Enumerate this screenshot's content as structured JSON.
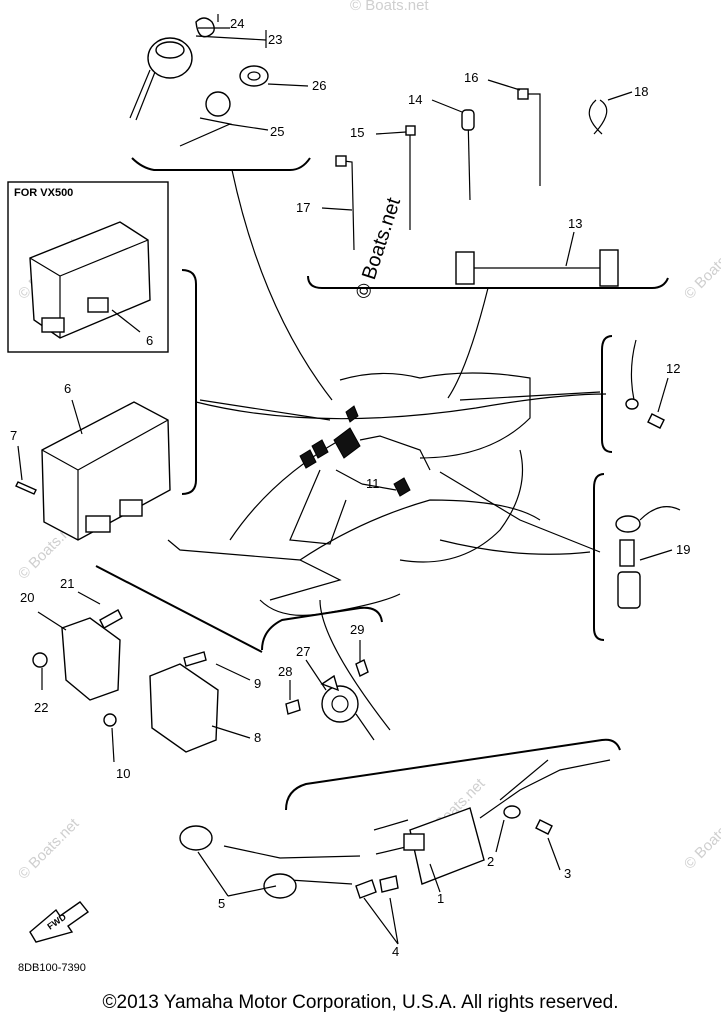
{
  "diagram": {
    "inset_label": "FOR VX500",
    "doc_code": "8DB100-7390",
    "fwd_label": "FWD",
    "watermark_main": "© Boats.net",
    "watermark_small": "© Boats.net",
    "callouts": {
      "c1": "1",
      "c2": "2",
      "c3": "3",
      "c4": "4",
      "c5": "5",
      "c6a": "6",
      "c6b": "6",
      "c7": "7",
      "c8": "8",
      "c9": "9",
      "c10": "10",
      "c11": "11",
      "c12": "12",
      "c13": "13",
      "c14": "14",
      "c15": "15",
      "c16": "16",
      "c17": "17",
      "c18": "18",
      "c19": "19",
      "c20": "20",
      "c21": "21",
      "c22": "22",
      "c23": "23",
      "c24": "24",
      "c25": "25",
      "c26": "26",
      "c27": "27",
      "c28": "28",
      "c29": "29"
    }
  },
  "footer": {
    "copyright": "©2013 Yamaha Motor Corporation, U.S.A. All rights reserved."
  }
}
